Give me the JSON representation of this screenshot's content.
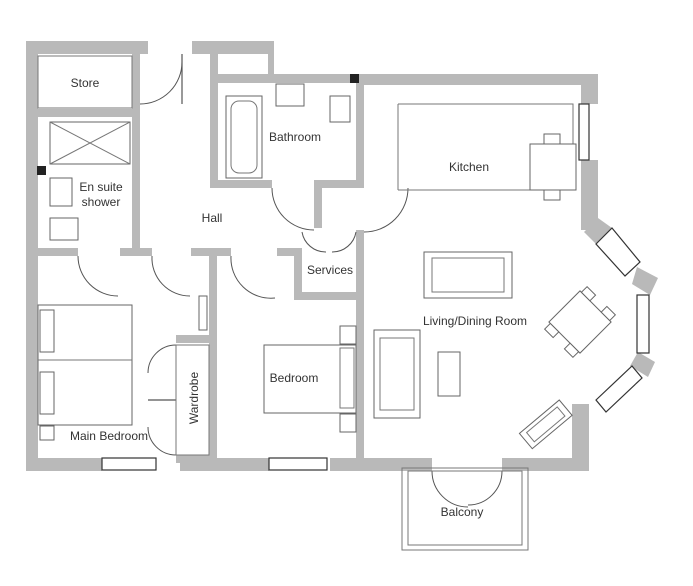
{
  "rooms": {
    "store": "Store",
    "en_suite_line1": "En suite",
    "en_suite_line2": "shower",
    "hall": "Hall",
    "bathroom": "Bathroom",
    "kitchen": "Kitchen",
    "services": "Services",
    "living_dining": "Living/Dining Room",
    "bedroom": "Bedroom",
    "main_bedroom": "Main Bedroom",
    "wardrobe": "Wardrobe",
    "balcony": "Balcony"
  },
  "colors": {
    "wall": "#b9b9b9",
    "line": "#555555",
    "background": "#ffffff"
  }
}
